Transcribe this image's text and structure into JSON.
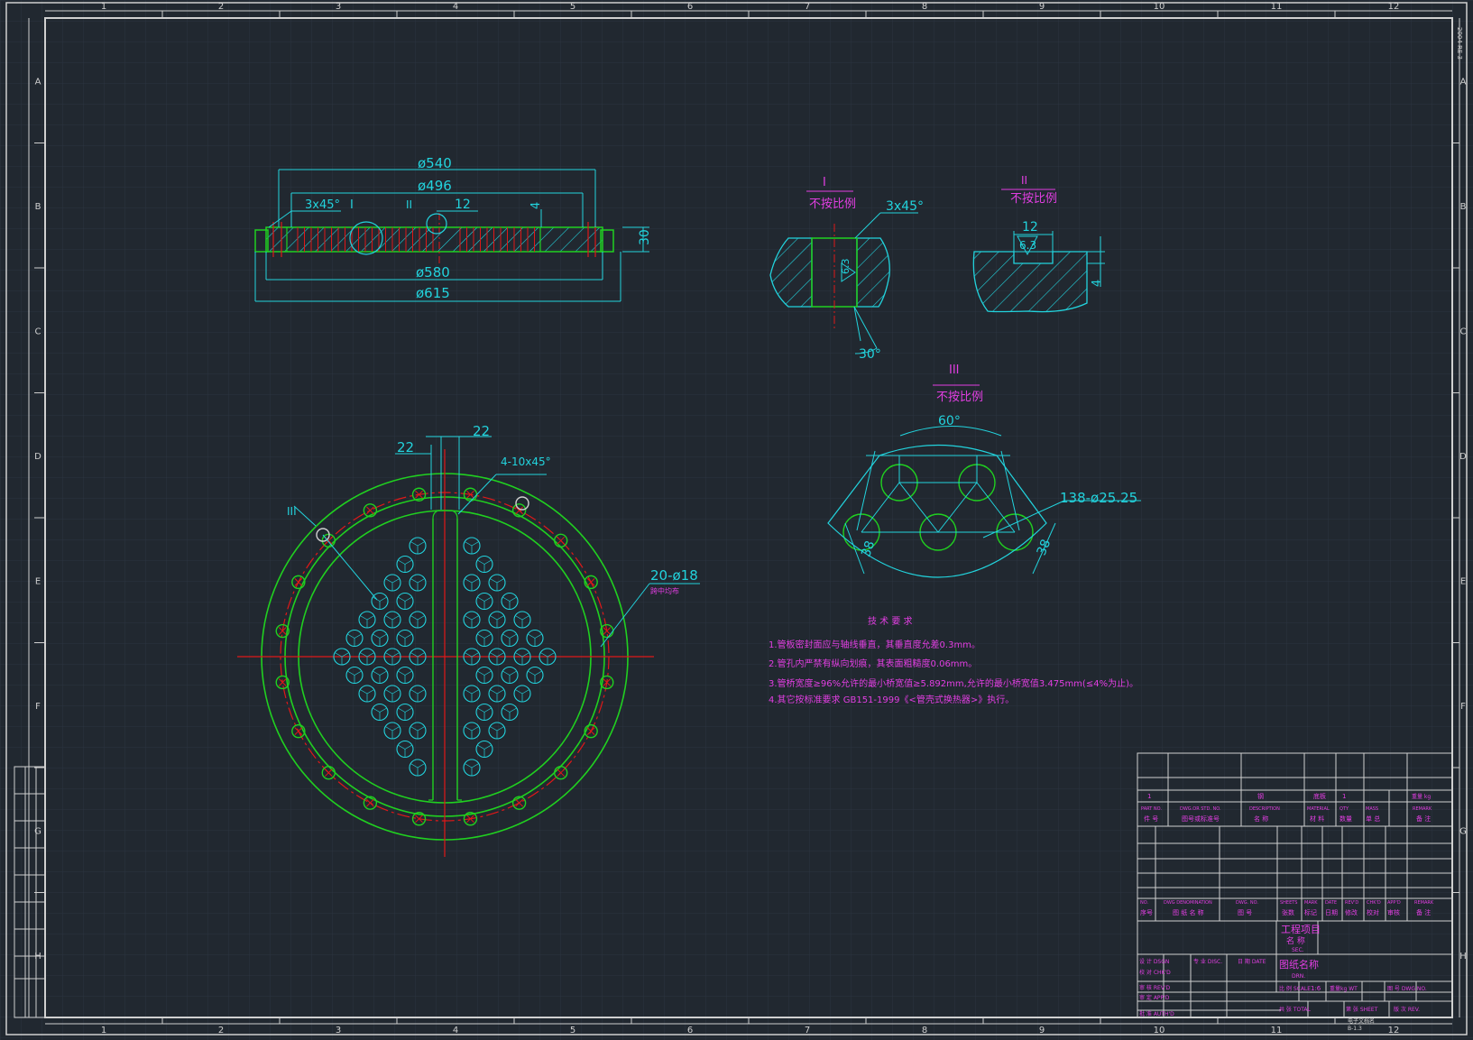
{
  "colors": {
    "background": "#212830",
    "grid": "#2c3440",
    "border": "#d0d0d0",
    "cyan": "#22d3dd",
    "green": "#20d020",
    "red": "#e01818",
    "magenta": "#e23ee2"
  },
  "frame": {
    "columns": [
      "1",
      "2",
      "3",
      "4",
      "5",
      "6",
      "7",
      "8",
      "9",
      "10",
      "11",
      "12"
    ],
    "rows": [
      "A",
      "B",
      "C",
      "D",
      "E",
      "F",
      "G",
      "H"
    ],
    "corner_code": "2004 RE 3"
  },
  "section_view": {
    "dims": {
      "d540": "ø540",
      "d496": "ø496",
      "chamfer": "3x45°",
      "detail_i": "I",
      "detail_ii": "II",
      "groove_width": "12",
      "groove_depth": "4",
      "thickness": "30",
      "d580": "ø580",
      "d615": "ø615"
    }
  },
  "detail_i": {
    "title": "I",
    "note": "不按比例",
    "chamfer": "3x45°",
    "roughness": "6.3",
    "angle": "30°"
  },
  "detail_ii": {
    "title": "II",
    "note": "不按比例",
    "width": "12",
    "roughness": "6.3",
    "depth": "4"
  },
  "detail_iii": {
    "title": "III",
    "note": "不按比例",
    "angle": "60°",
    "holes": "138-ø25.25",
    "pitch_left": "38",
    "pitch_right": "38"
  },
  "plan_view": {
    "label_iii": "III",
    "dim_left": "22",
    "dim_right": "22",
    "chamfer_note": "4-10x45°",
    "bolt_holes": "20-ø18",
    "bolt_note": "跨中均布"
  },
  "tech_requirements": {
    "title": "技 术 要 求",
    "items": [
      "1.管板密封面应与轴线垂直，其垂直度允差0.3mm。",
      "2.管孔内严禁有纵向划痕，其表面粗糙度0.06mm。",
      "3.管桥宽度≥96%允许的最小桥宽值≥5.892mm,允许的最小桥宽值3.475mm(≤4%为止)。",
      "4.其它按标准要求 GB151-1999《<管壳式换热器>》执行。"
    ]
  },
  "title_block": {
    "row_top": [
      "1",
      "钢",
      "",
      "底板",
      "1",
      "",
      "",
      "",
      "重量 kg"
    ],
    "headers_parts": [
      "PART NO.",
      "DWG.OR STD. NO.",
      "DESCRIPTION",
      "MATERIAL",
      "QTY",
      "MASS",
      "REMARK"
    ],
    "headers_parts_cn": [
      "件 号",
      "图号或标准号",
      "名 称",
      "材 料",
      "数量",
      "单 总",
      "备 注"
    ],
    "headers_drawings": [
      "NO.",
      "DWG DENOMINATION",
      "DWG. NO.",
      "SHEETS",
      "MARK",
      "DATE",
      "REV'D",
      "CHK'D",
      "APP'D",
      "REMARK"
    ],
    "headers_drawings_cn": [
      "序号",
      "图 纸 名 称",
      "图 号",
      "张数",
      "标记",
      "日期",
      "修改",
      "校对",
      "审核",
      "备 注"
    ],
    "project_label": "工程项目",
    "project_name_label": "名 称",
    "drawing_name_label": "图纸名称",
    "sec": "SEC.",
    "drn": "DRN.",
    "roles": [
      "设 计 DSGN",
      "校 对 CHK'D",
      "审 核 REV'D",
      "审 定 APP'D",
      "批 准 AUTH'D"
    ],
    "role_labels_extra": [
      "专 业 DISC.",
      "日 期 DATE"
    ],
    "scale_label": "比 例 SCALE",
    "scale": "1:6",
    "weight_label": "重量kg WT",
    "drawing_no_label": "图 号 DWG NO.",
    "total_label": "共 张 TOTAL",
    "sheet_label": "第 张 SHEET",
    "version_label": "版 次 REV.",
    "file_label": "电子文档名",
    "file_value": "B-1.3"
  }
}
